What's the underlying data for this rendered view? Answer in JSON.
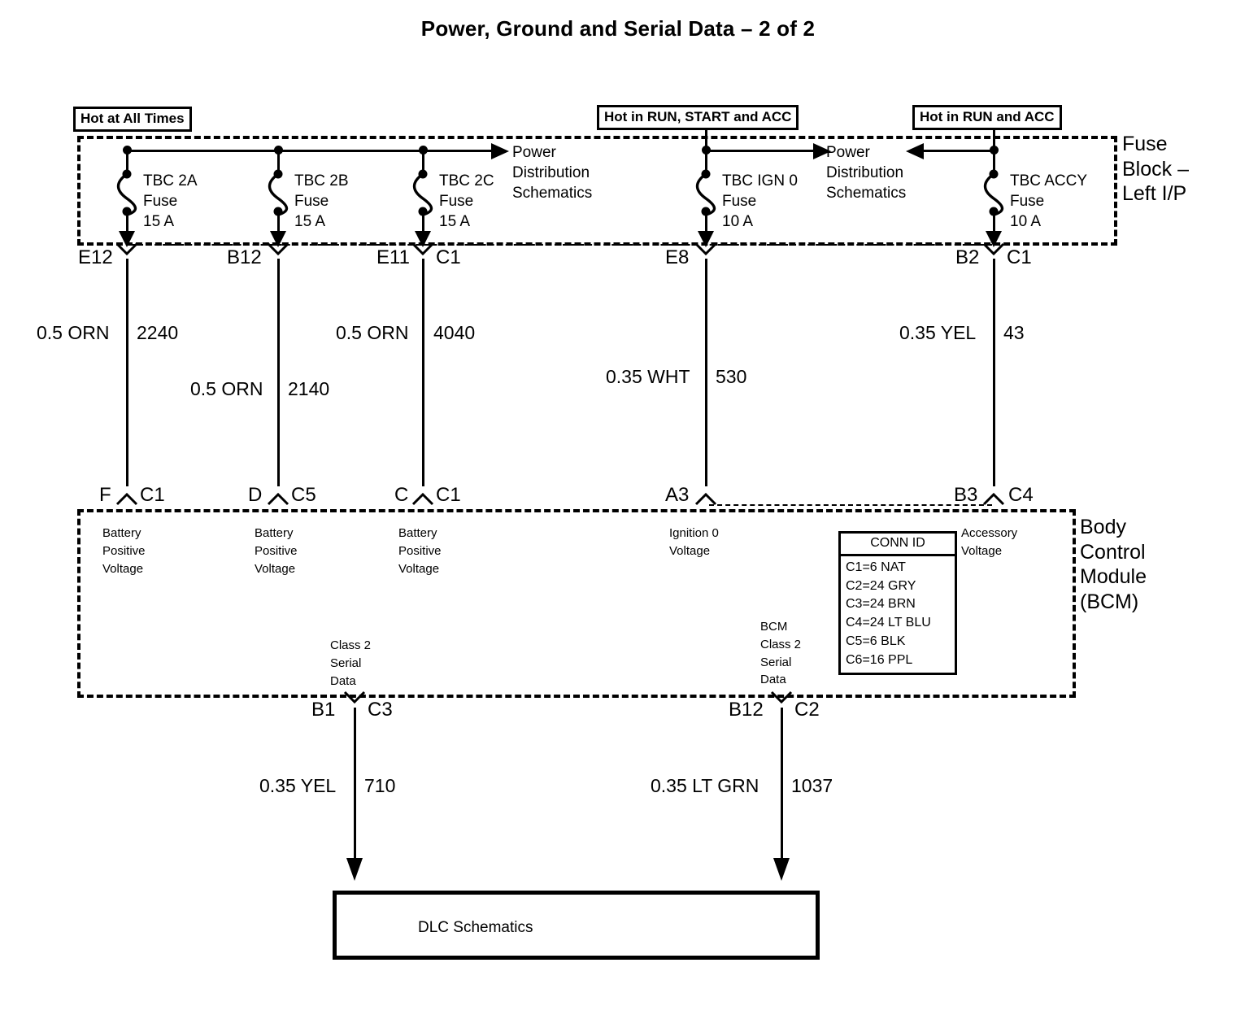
{
  "title": "Power, Ground and Serial Data – 2 of 2",
  "fuse_block": {
    "side_label": "Fuse\nBlock –\nLeft I/P",
    "power_rails": [
      {
        "name": "hot-at-all-times",
        "label": "Hot at All Times"
      },
      {
        "name": "hot-in-run-start-acc",
        "label": "Hot in RUN, START and ACC"
      },
      {
        "name": "hot-in-run-acc",
        "label": "Hot in RUN and ACC"
      }
    ],
    "fuses": [
      {
        "id": "tbc-2a",
        "name": "TBC 2A",
        "type": "Fuse",
        "rating": "15 A"
      },
      {
        "id": "tbc-2b",
        "name": "TBC 2B",
        "type": "Fuse",
        "rating": "15 A"
      },
      {
        "id": "tbc-2c",
        "name": "TBC 2C",
        "type": "Fuse",
        "rating": "15 A"
      },
      {
        "id": "tbc-ign-0",
        "name": "TBC IGN 0",
        "type": "Fuse",
        "rating": "10 A"
      },
      {
        "id": "tbc-accy",
        "name": "TBC ACCY",
        "type": "Fuse",
        "rating": "10 A"
      }
    ],
    "pdb_refs": [
      {
        "name": "power-distribution-left",
        "label": "Power\nDistribution\nSchematics"
      },
      {
        "name": "power-distribution-right",
        "label": "Power\nDistribution\nSchematics"
      }
    ],
    "terminals": [
      {
        "pin": "E12",
        "conn": ""
      },
      {
        "pin": "B12",
        "conn": ""
      },
      {
        "pin": "E11",
        "conn": "C1"
      },
      {
        "pin": "E8",
        "conn": ""
      },
      {
        "pin": "B2",
        "conn": "C1"
      }
    ]
  },
  "wires": [
    {
      "id": "w2240",
      "gauge_color": "0.5 ORN",
      "circuit": "2240"
    },
    {
      "id": "w2140",
      "gauge_color": "0.5 ORN",
      "circuit": "2140"
    },
    {
      "id": "w4040",
      "gauge_color": "0.5 ORN",
      "circuit": "4040"
    },
    {
      "id": "w530",
      "gauge_color": "0.35 WHT",
      "circuit": "530"
    },
    {
      "id": "w43",
      "gauge_color": "0.35 YEL",
      "circuit": "43"
    },
    {
      "id": "w710",
      "gauge_color": "0.35 YEL",
      "circuit": "710"
    },
    {
      "id": "w1037",
      "gauge_color": "0.35 LT GRN",
      "circuit": "1037"
    }
  ],
  "bcm": {
    "side_label": "Body\nControl\nModule\n(BCM)",
    "top_terminals": [
      {
        "pin": "F",
        "conn": "C1"
      },
      {
        "pin": "D",
        "conn": "C5"
      },
      {
        "pin": "C",
        "conn": "C1"
      },
      {
        "pin": "A3",
        "conn": ""
      },
      {
        "pin": "B3",
        "conn": "C4"
      }
    ],
    "bottom_terminals": [
      {
        "pin": "B1",
        "conn": "C3"
      },
      {
        "pin": "B12",
        "conn": "C2"
      }
    ],
    "pin_functions": [
      {
        "name": "battery-positive-voltage-1",
        "label": "Battery\nPositive\nVoltage"
      },
      {
        "name": "battery-positive-voltage-2",
        "label": "Battery\nPositive\nVoltage"
      },
      {
        "name": "battery-positive-voltage-3",
        "label": "Battery\nPositive\nVoltage"
      },
      {
        "name": "ignition-0-voltage",
        "label": "Ignition 0\nVoltage"
      },
      {
        "name": "accessory-voltage",
        "label": "Accessory\nVoltage"
      },
      {
        "name": "class-2-serial-data",
        "label": "Class 2\nSerial\nData"
      },
      {
        "name": "bcm-class-2-serial-data",
        "label": "BCM\nClass 2\nSerial\nData"
      }
    ],
    "conn_id": {
      "header": "CONN ID",
      "rows": [
        "C1=6 NAT",
        "C2=24 GRY",
        "C3=24 BRN",
        "C4=24 LT BLU",
        "C5=6 BLK",
        "C6=16 PPL"
      ]
    }
  },
  "dlc": {
    "label": "DLC Schematics"
  },
  "colors": {
    "ink": "#000000",
    "paper": "#ffffff"
  }
}
